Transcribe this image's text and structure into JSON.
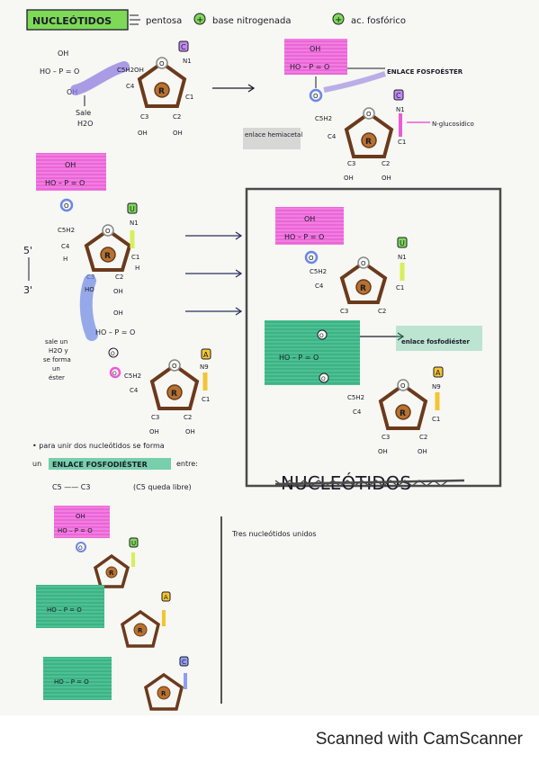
{
  "header": {
    "title": "NUCLEÓTIDOS",
    "formula": [
      "pentosa",
      "base nitrogenada",
      "ac. fosfórico"
    ],
    "plus": "+"
  },
  "labels": {
    "phosphate_oh": "OH",
    "phosphate_mid": "HO – P = O",
    "o": "O",
    "ring": "R",
    "c5h2": "C5H2",
    "c4": "C4",
    "c3": "C3",
    "c2": "C2",
    "c1": "C1",
    "n1": "N1",
    "n9": "N9",
    "h": "H",
    "oh": "OH",
    "ho": "HO",
    "base_c": "C",
    "base_u": "U",
    "base_a": "A",
    "sale_h2o": "Sale H2O",
    "enlace_fosfoester": "ENLACE FOSFOÉSTER",
    "enlace_hemiacetal": "enlace hemiacetal",
    "n_glucosidico": "N-glucosídico",
    "five_prime": "5'",
    "three_prime": "3'",
    "sale_un_h2o": [
      "sale un",
      "H2O y",
      "se forma",
      "un",
      "éster"
    ],
    "enlace_fosfodiester_small": "enlace fosfodiéster",
    "para_unir": "• para unir dos nucleótidos se forma",
    "un": "un",
    "enlace_fosfodiester_caps": "ENLACE FOSFODIÉSTER",
    "entre": "entre:",
    "c5_c3": "C5 —— C3",
    "c5_libre": "(C5 queda libre)",
    "nucleotidos_strike": "NUCLEÓTIDOS",
    "tres_nucleotidos": "Tres nucleótidos unidos"
  },
  "footer": {
    "scanner": "Scanned with CamScanner"
  },
  "colors": {
    "magenta": "#ee5ad6",
    "green": "#3fb98a",
    "lime": "#7ed957",
    "ring": "#6b3a1c",
    "purple": "#8f7de0",
    "yellow": "#f3c532",
    "blue": "#6b88e6",
    "ink": "#1b1b2a"
  }
}
